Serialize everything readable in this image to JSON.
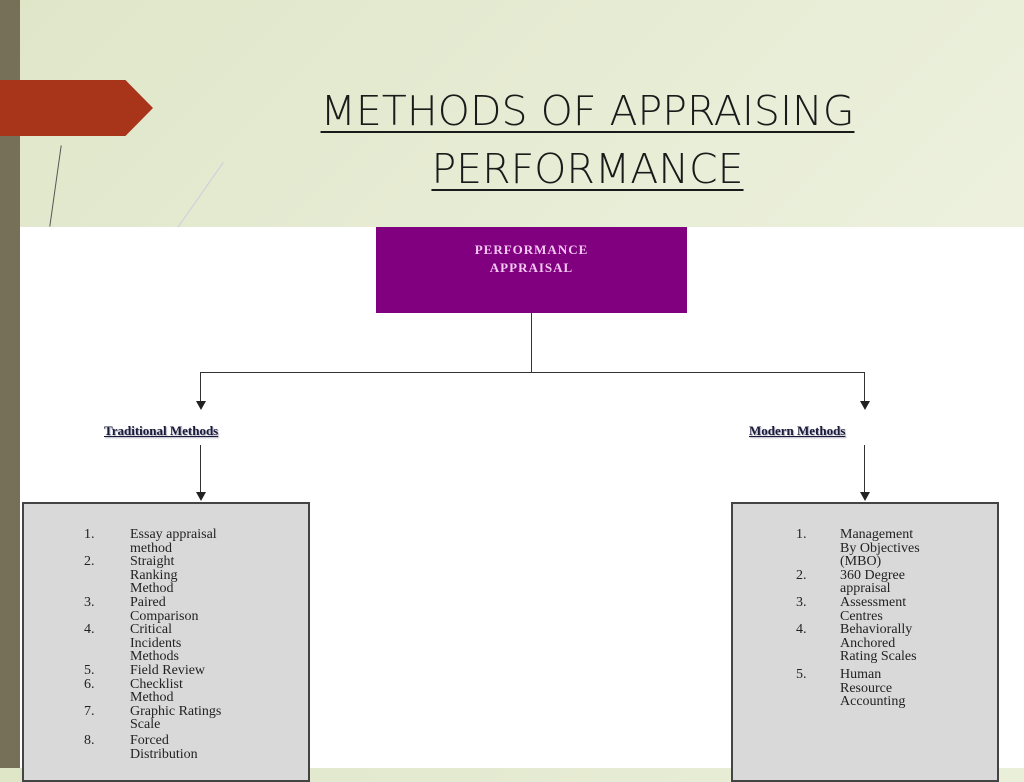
{
  "slide": {
    "title_line1": "METHODS OF APPRAISING",
    "title_line2": "PERFORMANCE",
    "accent_color": "#a8341a"
  },
  "diagram": {
    "root": {
      "line1": "PERFORMANCE",
      "line2": "APPRAISAL",
      "color": "#800080"
    },
    "traditional": {
      "label": "Traditional Methods",
      "items": [
        {
          "num": "1.",
          "lines": [
            "Essay appraisal",
            "method"
          ]
        },
        {
          "num": "2.",
          "lines": [
            "Straight",
            "Ranking",
            "Method"
          ]
        },
        {
          "num": "3.",
          "lines": [
            "Paired",
            "Comparison"
          ]
        },
        {
          "num": "4.",
          "lines": [
            "Critical",
            "Incidents",
            "Methods"
          ]
        },
        {
          "num": "5.",
          "lines": [
            "Field Review"
          ]
        },
        {
          "num": "6.",
          "lines": [
            "Checklist",
            "Method"
          ]
        },
        {
          "num": "7.",
          "lines": [
            "Graphic Ratings",
            "Scale"
          ]
        },
        {
          "num": "8.",
          "lines": [
            "Forced",
            "Distribution"
          ]
        }
      ]
    },
    "modern": {
      "label": "Modern Methods",
      "items": [
        {
          "num": "1.",
          "lines": [
            "Management",
            "By Objectives",
            "(MBO)"
          ]
        },
        {
          "num": "2.",
          "lines": [
            "360 Degree",
            "appraisal"
          ]
        },
        {
          "num": "3.",
          "lines": [
            "Assessment",
            "Centres"
          ]
        },
        {
          "num": "4.",
          "lines": [
            "Behaviorally",
            "Anchored",
            "Rating Scales"
          ]
        },
        {
          "num": "5.",
          "lines": [
            "Human",
            "Resource",
            "Accounting"
          ]
        }
      ]
    }
  }
}
